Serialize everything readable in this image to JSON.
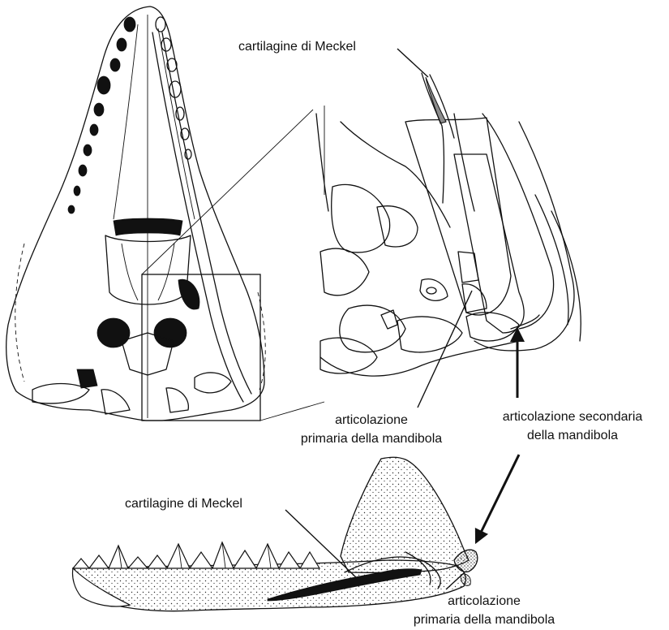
{
  "labels": {
    "meckel_top": "cartilagine di Meckel",
    "primary_top_line1": "articolazione",
    "primary_top_line2": "primaria della mandibola",
    "secondary_line1": "articolazione secondaria",
    "secondary_line2": "della mandibola",
    "meckel_bottom": "cartilagine di Meckel",
    "primary_bottom_line1": "articolazione",
    "primary_bottom_line2": "primaria della mandibola"
  },
  "colors": {
    "ink": "#111111",
    "meckel_highlight": "#8c8c8c",
    "stipple": "#2a2a2a",
    "background": "#ffffff"
  }
}
